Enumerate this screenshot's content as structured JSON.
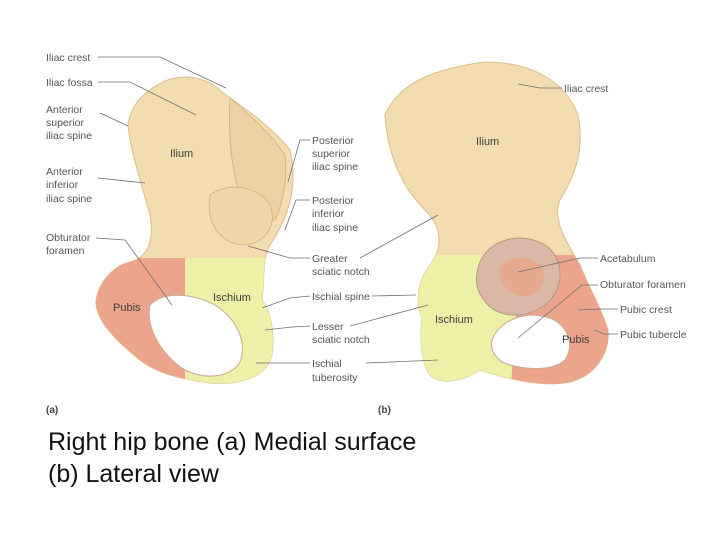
{
  "figure": {
    "panels": {
      "a": "(a)",
      "b": "(b)"
    },
    "left": {
      "labels": {
        "iliac_crest": "Iliac crest",
        "iliac_fossa": "Iliac fossa",
        "asis_1": "Anterior",
        "asis_2": "superior",
        "asis_3": "iliac spine",
        "aiis_1": "Anterior",
        "aiis_2": "inferior",
        "aiis_3": "iliac spine",
        "obturator_1": "Obturator",
        "obturator_2": "foramen"
      },
      "regions": {
        "ilium": "Ilium",
        "ischium": "Ischium",
        "pubis": "Pubis"
      }
    },
    "middle": {
      "labels": {
        "psis_1": "Posterior",
        "psis_2": "superior",
        "psis_3": "iliac spine",
        "piis_1": "Posterior",
        "piis_2": "inferior",
        "piis_3": "iliac spine",
        "greater_1": "Greater",
        "greater_2": "sciatic notch",
        "ischial_spine": "Ischial spine",
        "lesser_1": "Lesser",
        "lesser_2": "sciatic notch",
        "tuberosity_1": "Ischial",
        "tuberosity_2": "tuberosity"
      }
    },
    "right": {
      "labels": {
        "iliac_crest": "Iliac crest",
        "acetabulum": "Acetabulum",
        "obturator_foramen": "Obturator foramen",
        "pubic_crest": "Pubic crest",
        "pubic_tubercle": "Pubic tubercle"
      },
      "regions": {
        "ilium": "Ilium",
        "ischium": "Ischium",
        "pubis": "Pubis"
      }
    }
  },
  "caption": {
    "line1": "Right hip bone (a) Medial surface",
    "line2": "(b) Lateral view"
  },
  "colors": {
    "ilium": "#f3dcb0",
    "ischium": "#eef0a8",
    "pubis": "#eda48c",
    "acetabulum": "#d9b8a8"
  }
}
